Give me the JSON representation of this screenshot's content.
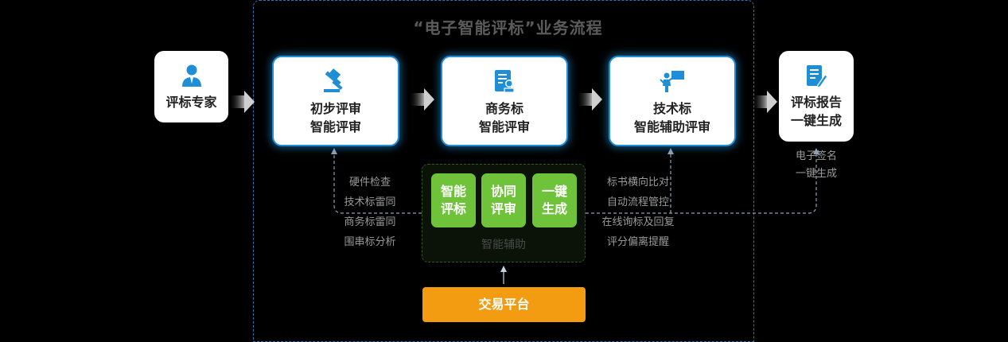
{
  "title": "“电子智能评标”业务流程",
  "expert": {
    "label": "评标专家"
  },
  "steps": [
    {
      "line1": "初步评审",
      "line2": "智能评审"
    },
    {
      "line1": "商务标",
      "line2": "智能评审"
    },
    {
      "line1": "技术标",
      "line2": "智能辅助评审"
    }
  ],
  "report": {
    "line1": "评标报告",
    "line2": "一键生成"
  },
  "report_sub": [
    "电子签名",
    "一键生成"
  ],
  "left_checks": [
    "硬件检查",
    "技术标雷同",
    "商务标雷同",
    "围串标分析"
  ],
  "right_checks": [
    "标书横向比对",
    "自动流程管控",
    "在线询标及回复",
    "评分偏离提醒"
  ],
  "assist": {
    "buttons": [
      {
        "line1": "智能",
        "line2": "评标"
      },
      {
        "line1": "协同",
        "line2": "评审"
      },
      {
        "line1": "一键",
        "line2": "生成"
      }
    ],
    "label": "智能辅助"
  },
  "platform": "交易平台",
  "colors": {
    "accent": "#1e8fd6",
    "green": "#6fc33b",
    "orange": "#f39c12",
    "frame": "#2f74b8"
  },
  "icons": [
    "user-icon",
    "gavel-icon",
    "document-icon",
    "presenter-icon",
    "edit-document-icon"
  ]
}
